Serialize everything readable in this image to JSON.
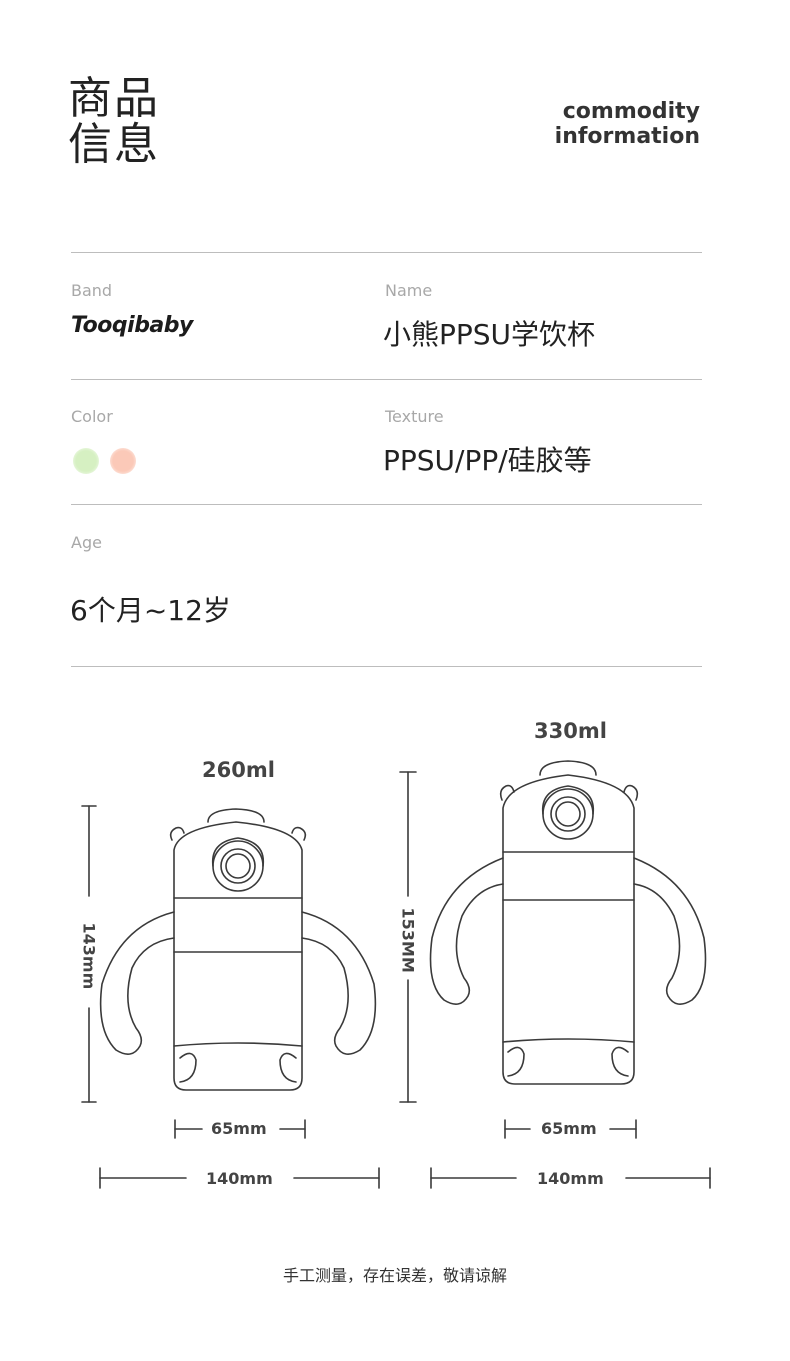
{
  "header": {
    "title_cn_line1": "商品",
    "title_cn_line2": "信息",
    "title_en_line1": "commodity",
    "title_en_line2": "information"
  },
  "info": {
    "band_label": "Band",
    "band_value": "Tooqibaby",
    "name_label": "Name",
    "name_value": "小熊PPSU学饮杯",
    "color_label": "Color",
    "colors": [
      "#d6f0c2",
      "#fbc9b8"
    ],
    "texture_label": "Texture",
    "texture_value": "PPSU/PP/硅胶等",
    "age_label": "Age",
    "age_value": "6个月~12岁"
  },
  "products": {
    "small": {
      "capacity": "260ml",
      "height": "143mm",
      "body_width": "65mm",
      "total_width": "140mm"
    },
    "large": {
      "capacity": "330ml",
      "height": "153MM",
      "body_width": "65mm",
      "total_width": "140mm"
    }
  },
  "footer": {
    "note": "手工测量，存在误差，敬请谅解"
  }
}
